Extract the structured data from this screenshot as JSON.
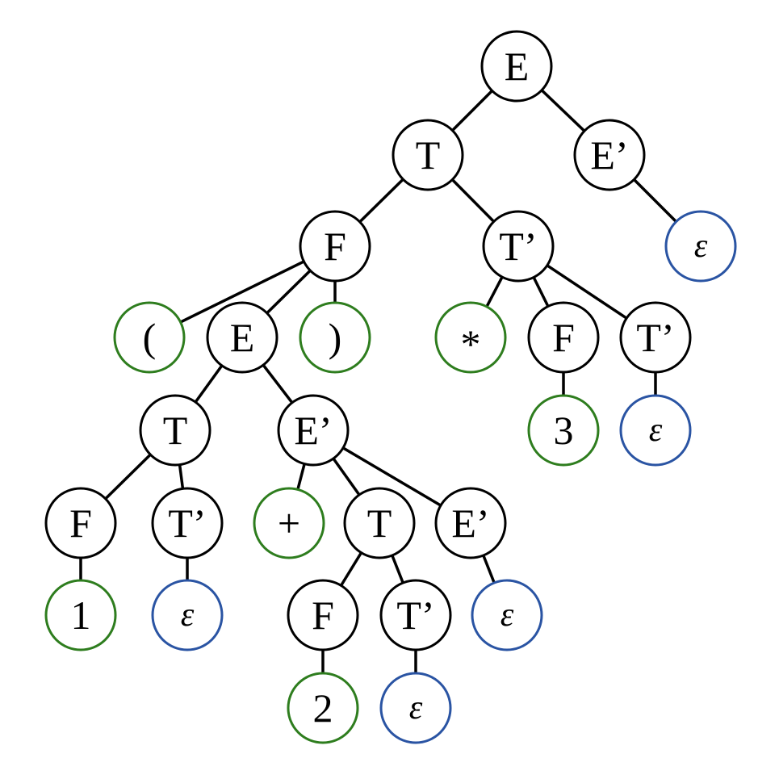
{
  "nodes": [
    {
      "id": "n1",
      "label": "E",
      "kind": "nonterminal"
    },
    {
      "id": "n2",
      "label": "T",
      "kind": "nonterminal"
    },
    {
      "id": "n3",
      "label": "E’",
      "kind": "nonterminal"
    },
    {
      "id": "n4",
      "label": "F",
      "kind": "nonterminal"
    },
    {
      "id": "n5",
      "label": "T’",
      "kind": "nonterminal"
    },
    {
      "id": "n6",
      "label": "ε",
      "kind": "epsilon"
    },
    {
      "id": "n7",
      "label": "(",
      "kind": "terminal"
    },
    {
      "id": "n8",
      "label": "E",
      "kind": "nonterminal"
    },
    {
      "id": "n9",
      "label": ")",
      "kind": "terminal"
    },
    {
      "id": "n10",
      "label": "*",
      "kind": "terminal"
    },
    {
      "id": "n11",
      "label": "F",
      "kind": "nonterminal"
    },
    {
      "id": "n12",
      "label": "T’",
      "kind": "nonterminal"
    },
    {
      "id": "n13",
      "label": "T",
      "kind": "nonterminal"
    },
    {
      "id": "n14",
      "label": "E’",
      "kind": "nonterminal"
    },
    {
      "id": "n15",
      "label": "3",
      "kind": "terminal"
    },
    {
      "id": "n16",
      "label": "ε",
      "kind": "epsilon"
    },
    {
      "id": "n17",
      "label": "F",
      "kind": "nonterminal"
    },
    {
      "id": "n18",
      "label": "T’",
      "kind": "nonterminal"
    },
    {
      "id": "n19",
      "label": "+",
      "kind": "terminal"
    },
    {
      "id": "n20",
      "label": "T",
      "kind": "nonterminal"
    },
    {
      "id": "n21",
      "label": "E’",
      "kind": "nonterminal"
    },
    {
      "id": "n22",
      "label": "1",
      "kind": "terminal"
    },
    {
      "id": "n23",
      "label": "ε",
      "kind": "epsilon"
    },
    {
      "id": "n24",
      "label": "F",
      "kind": "nonterminal"
    },
    {
      "id": "n25",
      "label": "T’",
      "kind": "nonterminal"
    },
    {
      "id": "n26",
      "label": "ε",
      "kind": "epsilon"
    },
    {
      "id": "n27",
      "label": "2",
      "kind": "terminal"
    },
    {
      "id": "n28",
      "label": "ε",
      "kind": "epsilon"
    }
  ],
  "edges": [
    [
      "n1",
      "n2"
    ],
    [
      "n1",
      "n3"
    ],
    [
      "n2",
      "n4"
    ],
    [
      "n2",
      "n5"
    ],
    [
      "n3",
      "n6"
    ],
    [
      "n4",
      "n7"
    ],
    [
      "n4",
      "n8"
    ],
    [
      "n4",
      "n9"
    ],
    [
      "n5",
      "n10"
    ],
    [
      "n5",
      "n11"
    ],
    [
      "n5",
      "n12"
    ],
    [
      "n8",
      "n13"
    ],
    [
      "n8",
      "n14"
    ],
    [
      "n11",
      "n15"
    ],
    [
      "n12",
      "n16"
    ],
    [
      "n13",
      "n17"
    ],
    [
      "n13",
      "n18"
    ],
    [
      "n14",
      "n19"
    ],
    [
      "n14",
      "n20"
    ],
    [
      "n14",
      "n21"
    ],
    [
      "n17",
      "n22"
    ],
    [
      "n18",
      "n23"
    ],
    [
      "n20",
      "n24"
    ],
    [
      "n20",
      "n25"
    ],
    [
      "n21",
      "n26"
    ],
    [
      "n24",
      "n27"
    ],
    [
      "n25",
      "n28"
    ]
  ]
}
